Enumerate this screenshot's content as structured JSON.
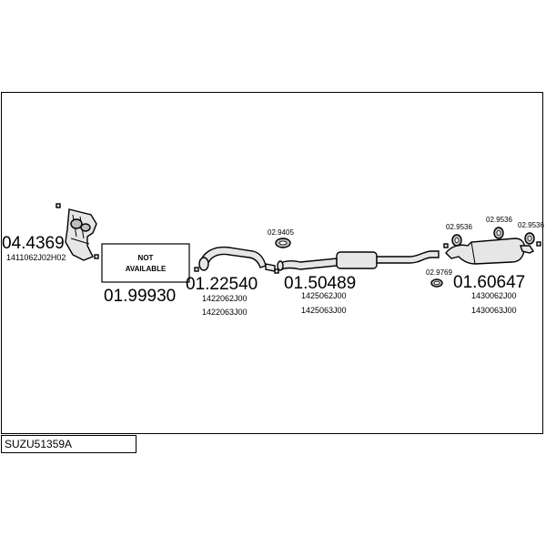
{
  "vehicle_code": "SUZU51359A",
  "not_available_label_line1": "NOT",
  "not_available_label_line2": "AVAILABLE",
  "parts": {
    "manifold": {
      "number": "04.4369",
      "oem": "1411062J02H02"
    },
    "not_available": {
      "number": "01.99930"
    },
    "front_pipe": {
      "number": "01.22540",
      "oem_1": "1422062J00",
      "oem_2": "1422063J00"
    },
    "center_silencer": {
      "number": "01.50489",
      "oem_1": "1425062J00",
      "oem_2": "1425063J00"
    },
    "rear_silencer": {
      "number": "01.60647",
      "oem_1": "1430062J00",
      "oem_2": "1430063J00"
    },
    "gasket_1": {
      "number": "02.9405"
    },
    "gasket_2": {
      "number": "02.9769"
    },
    "mount_1": {
      "number": "02.9536"
    },
    "mount_2": {
      "number": "02.9536"
    },
    "mount_3": {
      "number": "02.9536"
    }
  },
  "colors": {
    "line": "#000000",
    "part_fill": "#e6e6e6",
    "background": "#ffffff"
  }
}
